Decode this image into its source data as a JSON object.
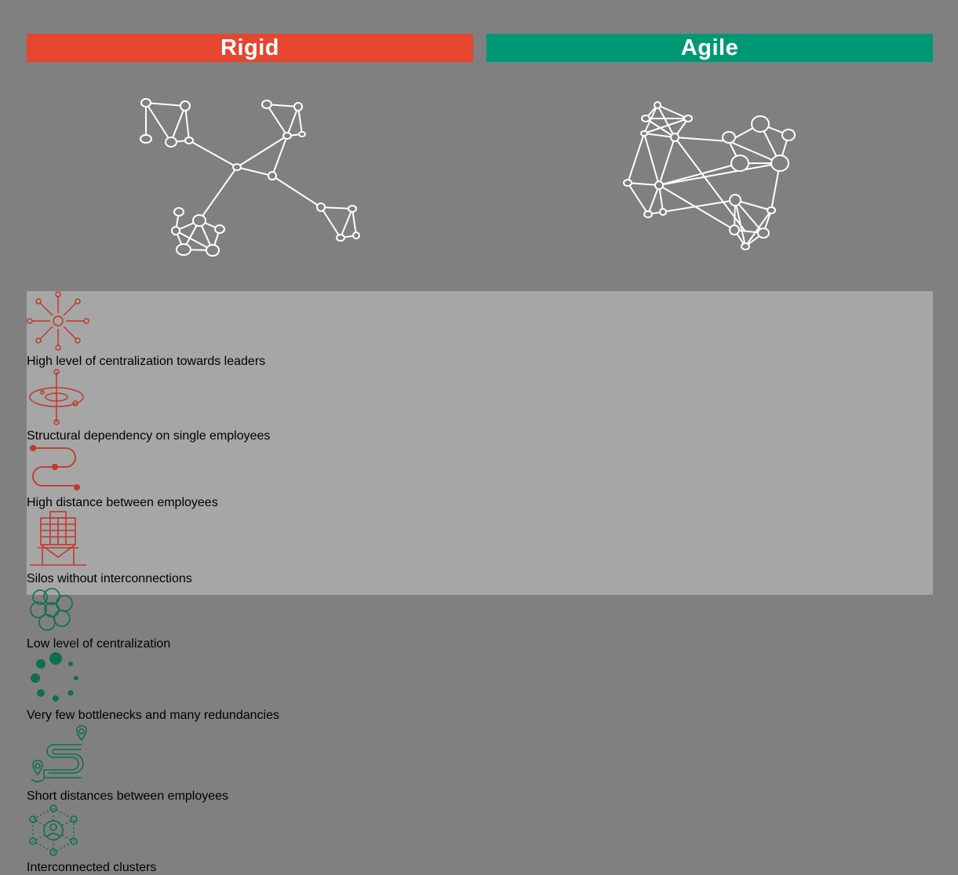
{
  "headers": {
    "rigid": "Rigid",
    "agile": "Agile"
  },
  "colors": {
    "rigid": "#e64530",
    "agile": "#009874",
    "background": "#808080",
    "panel": "#a6a6a6"
  },
  "rigid_items": [
    {
      "icon": "centralization-arrows-icon",
      "text": "High level of centralization\ntowards leaders"
    },
    {
      "icon": "orbit-dependency-icon",
      "text": "Structural dependency on\nsingle employees"
    },
    {
      "icon": "winding-path-icon",
      "text": "High distance between\nemployees"
    },
    {
      "icon": "silo-tower-icon",
      "text": "Silos without interconnections"
    }
  ],
  "agile_items": [
    {
      "icon": "flower-cluster-icon",
      "text": "Low level of centralization"
    },
    {
      "icon": "dot-circle-icon",
      "text": "Very few bottlenecks and\nmany redundancies"
    },
    {
      "icon": "map-route-pins-icon",
      "text": "Short distances between\nemployees"
    },
    {
      "icon": "hub-network-icon",
      "text": "Interconnected clusters"
    }
  ]
}
